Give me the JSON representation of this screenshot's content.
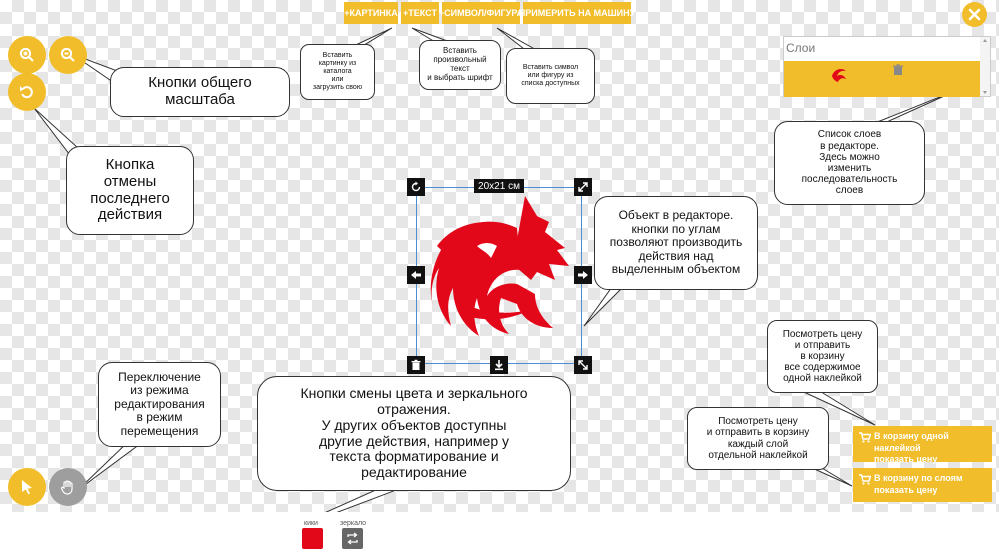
{
  "toolbar": {
    "buttons": [
      {
        "label": "+КАРТИНКА"
      },
      {
        "label": "+ТЕКСТ"
      },
      {
        "label": "+СИМВОЛ/ФИГУРА"
      },
      {
        "label": "ПРИМЕРИТЬ НА МАШИНУ"
      }
    ]
  },
  "layers": {
    "title": "Слои"
  },
  "object": {
    "size_label": "20x21 см"
  },
  "cart": {
    "one_sticker": "В корзину одной наклейкой\nпоказать цену",
    "by_layers": "В корзину по слоям\nпоказать цену"
  },
  "bottom_tools": {
    "color_label": "кики",
    "mirror_label": "зеркало",
    "color_value": "#e3071a"
  },
  "tooltips": {
    "zoom": "Кнопки общего\nмасштаба",
    "undo": "Кнопка\nотмены\nпоследнего\nдействия",
    "image": "Вставить\nкартинку из\nкаталога\nили\nзагрузить свою",
    "text": "Вставить\nпроизвольный\nтекст\nи выбрать шрифт",
    "symbol": "Вставить символ\nили фигуру из\nсписка доступных",
    "layers_list": "Список слоев\nв редакторе.\nЗдесь можно\nизменить\nпоследовательность\nслоев",
    "object": "Объект в редакторе.\nкнопки по углам\nпозволяют производить\nдействия над\nвыделенным объектом",
    "cart_one": "Посмотреть цену\nи отправить\nв корзину\nвсе содержимое\nодной наклейкой",
    "cart_layers": "Посмотреть цену\nи отправить в корзину\nкаждый слой\nотдельной наклейкой",
    "mode_switch": "Переключение\nиз режима\nредактирования\nв режим\nперемещения",
    "color_mirror": "Кнопки смены цвета и зеркального\nотражения.\nУ других объектов доступны\nдругие действия, например у\nтекста форматирование и\nредактирование"
  },
  "colors": {
    "accent": "#f2bd2a",
    "object_red": "#e3071a"
  }
}
